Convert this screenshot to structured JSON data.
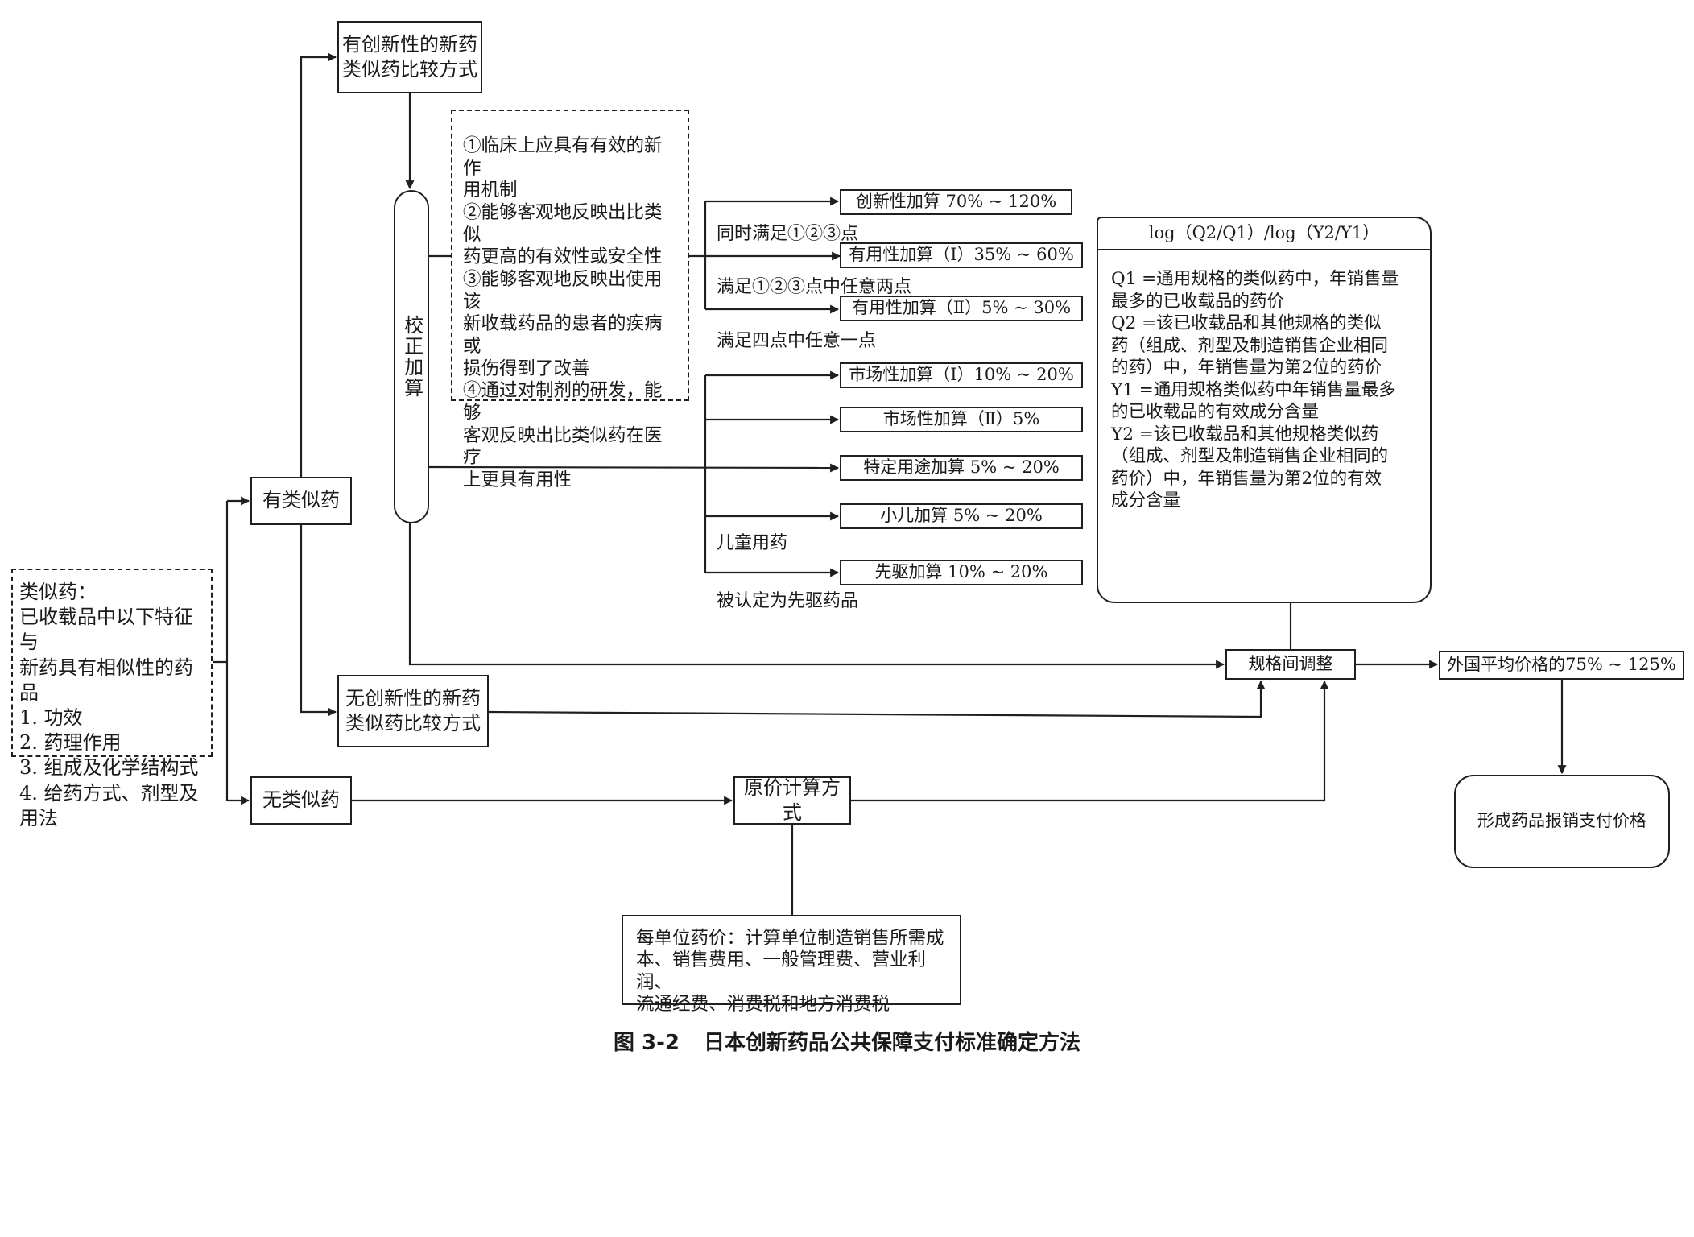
{
  "definition": {
    "lines": [
      "类似药：",
      "已收载品中以下特征与",
      "新药具有相似性的药品",
      "1. 功效",
      "2. 药理作用",
      "3. 组成及化学结构式",
      "4. 给药方式、剂型及",
      "用法"
    ]
  },
  "has_similar": "有类似药",
  "no_similar": "无类似药",
  "innovative_compare": {
    "line1": "有创新性的新药",
    "line2": "类似药比较方式"
  },
  "noninnovative_compare": {
    "line1": "无创新性的新药",
    "line2": "类似药比较方式"
  },
  "correction": "校正加算",
  "criteria": {
    "lines": [
      "①临床上应具有有效的新作",
      "用机制",
      "②能够客观地反映出比类似",
      "药更高的有效性或安全性",
      "③能够客观地反映出使用该",
      "新收载药品的患者的疾病或",
      "损伤得到了改善",
      "④通过对制剂的研发，能够",
      "客观反映出比类似药在医疗",
      "上更具有用性"
    ]
  },
  "premiums": [
    {
      "label": "创新性加算 70% ~ 120%"
    },
    {
      "label": "有用性加算（Ⅰ）35% ~ 60%"
    },
    {
      "label": "有用性加算（Ⅱ）5% ~ 30%"
    },
    {
      "label": "市场性加算（Ⅰ）10% ~ 20%"
    },
    {
      "label": "市场性加算（Ⅱ）5%"
    },
    {
      "label": "特定用途加算 5% ~ 20%"
    },
    {
      "label": "小儿加算 5% ~ 20%"
    },
    {
      "label": "先驱加算 10% ~ 20%"
    }
  ],
  "conditions": {
    "all_three": "同时满足①②③点",
    "any_two": "满足①②③点中任意两点",
    "any_one": "满足四点中任意一点",
    "children": "儿童用药",
    "pioneer": "被认定为先驱药品"
  },
  "formula_note": {
    "header": "log（Q2/Q1）/log（Y2/Y1）",
    "body": [
      "Q1 =通用规格的类似药中，年销售量",
      "最多的已收载品的药价",
      "Q2 =该已收载品和其他规格的类似",
      "药（组成、剂型及制造销售企业相同",
      "的药）中，年销售量为第2位的药价",
      "Y1 =通用规格类似药中年销售量最多",
      "的已收载品的有效成分含量",
      "Y2 =该已收载品和其他规格类似药",
      "（组成、剂型及制造销售企业相同的",
      "药价）中，年销售量为第2位的有效",
      "成分含量"
    ]
  },
  "spec_adjust": "规格间调整",
  "foreign_price": "外国平均价格的75% ~ 125%",
  "final_price": "形成药品报销支付价格",
  "cost_method": "原价计算方式",
  "cost_note": {
    "lines": [
      "每单位药价：计算单位制造销售所需成",
      "本、销售费用、一般管理费、营业利润、",
      "流通经费、消费税和地方消费税"
    ]
  },
  "caption": {
    "number": "图 3-2",
    "title": "日本创新药品公共保障支付标准确定方法"
  }
}
